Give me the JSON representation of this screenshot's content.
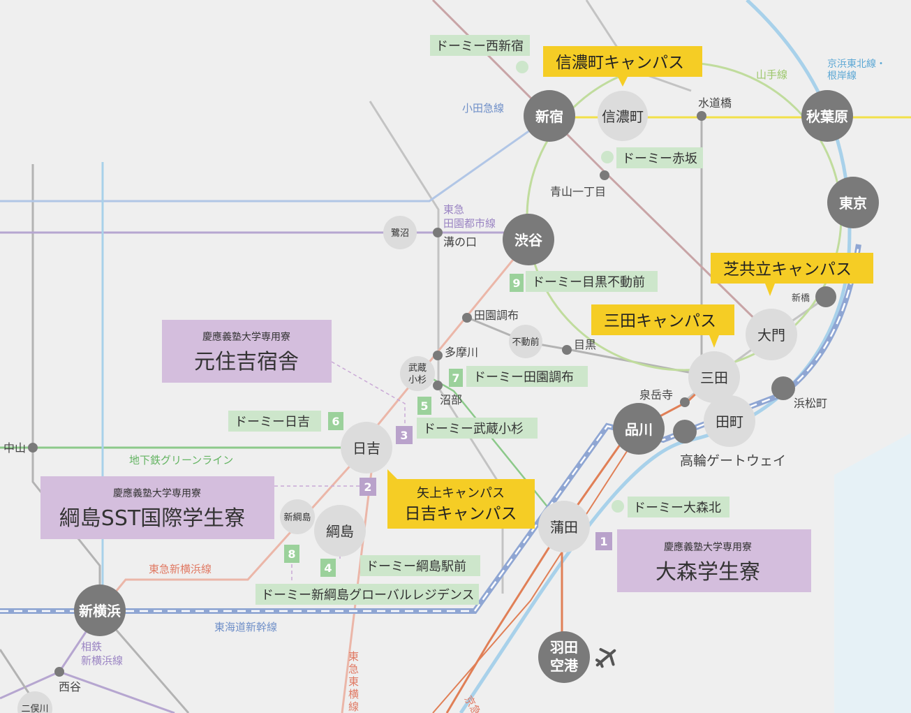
{
  "colors": {
    "background": "#efefef",
    "water": "#e6f1f6",
    "station_dark": "#7a7a7a",
    "station_light": "#dcdcdc",
    "dormy_box": "#cde6cb",
    "dormy_dot": "#9bd19b",
    "campus_box": "#f5cd25",
    "ryo_box": "#d4bedd",
    "ryo_marker": "#b9a2cb",
    "yamanote": "#c0dc9d",
    "keihin": "#a8d1ea",
    "chuo": "#f2e04a",
    "odakyu": "#b1c6e6",
    "denentoshi": "#b6a6d0",
    "green_line": "#8cc98a",
    "toyoko": "#ebb6a8",
    "shinkansen": "#8fa6d3",
    "keikyu": "#e07f56",
    "mita_line": "#c8a4a6",
    "grey_line": "#b3b3b3"
  },
  "stations": {
    "shinjuku": "新宿",
    "shinanomachi": "信濃町",
    "suidobashi": "水道橋",
    "akihabara": "秋葉原",
    "aoyama": "青山一丁目",
    "tokyo": "東京",
    "sagimuma": "鷺沼",
    "mizonokuchi": "溝の口",
    "shibuya": "渋谷",
    "shinbashi": "新橋",
    "daimon": "大門",
    "denenchofu": "田園調布",
    "fudomae": "不動前",
    "meguro": "目黒",
    "tamagawa": "多摩川",
    "musashikosugi": "武蔵\n小杉",
    "numabe": "沼部",
    "mita": "三田",
    "sengakuji": "泉岳寺",
    "hamamatsucho": "浜松町",
    "shinagawa": "品川",
    "tamachi": "田町",
    "takanawa": "高輪ゲートウェイ",
    "nakayama": "中山",
    "hiyoshi": "日吉",
    "shintsunashima": "新綱島",
    "tsunashima": "綱島",
    "kamata": "蒲田",
    "shinyokohama": "新横浜",
    "haneda": "羽田\n空港",
    "nishiya": "西谷",
    "futamatagawa": "二俣川"
  },
  "lines": {
    "yamanote": "山手線",
    "keihin": "京浜東北線・\n根岸線",
    "odakyu": "小田急線",
    "denentoshi": "東急\n田園都市線",
    "green": "地下鉄グリーンライン",
    "toyoko_shinyoko": "東急新横浜線",
    "tokaido": "東海道新幹線",
    "sotetsu": "相鉄\n新横浜線",
    "toyoko": "東急\n東横線",
    "keikyu": "京急"
  },
  "dormies": {
    "nishishinjuku": "ドーミー西新宿",
    "akasaka": "ドーミー赤坂",
    "meguro_fudomae": "ドーミー目黒不動前",
    "denenchofu": "ドーミー田園調布",
    "musashikosugi": "ドーミー武蔵小杉",
    "hiyoshi": "ドーミー日吉",
    "omorikita": "ドーミー大森北",
    "tsunashima_eki": "ドーミー綱島駅前",
    "shintsunashima_global": "ドーミー新綱島グローバルレジデンス"
  },
  "dormy_numbers": {
    "meguro_fudomae": "9",
    "denenchofu": "7",
    "musashikosugi": "5",
    "hiyoshi": "6",
    "tsunashima_eki": "4",
    "shintsunashima_global": "8"
  },
  "campuses": {
    "shinanomachi": "信濃町キャンパス",
    "shiba_kyoritsu": "芝共立キャンパス",
    "mita": "三田キャンパス",
    "yagami": "矢上キャンパス",
    "hiyoshi": "日吉キャンパス"
  },
  "dorms": {
    "motosumiyoshi": {
      "sub": "慶應義塾大学専用寮",
      "name": "元住吉宿舎",
      "number": "3"
    },
    "tsunashima_sst": {
      "sub": "慶應義塾大学専用寮",
      "name": "綱島SST国際学生寮",
      "number": "2"
    },
    "omori": {
      "sub": "慶應義塾大学専用寮",
      "name": "大森学生寮",
      "number": "1"
    }
  },
  "icons": {
    "airport": "airplane-icon"
  }
}
